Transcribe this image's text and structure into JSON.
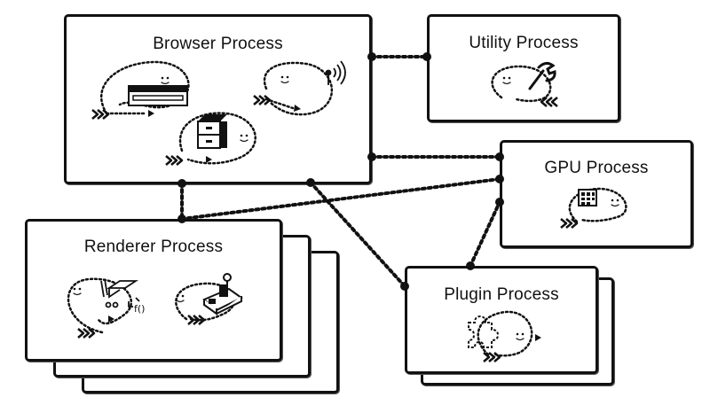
{
  "diagram": {
    "processes": [
      {
        "id": "browser",
        "label": "Browser Process"
      },
      {
        "id": "utility",
        "label": "Utility Process"
      },
      {
        "id": "gpu",
        "label": "GPU Process"
      },
      {
        "id": "renderer",
        "label": "Renderer Process"
      },
      {
        "id": "plugin",
        "label": "Plugin Process"
      }
    ],
    "connections": [
      {
        "from": "browser",
        "to": "utility",
        "style": "dotted"
      },
      {
        "from": "browser",
        "to": "gpu",
        "style": "dotted"
      },
      {
        "from": "browser",
        "to": "renderer",
        "style": "dotted"
      },
      {
        "from": "browser",
        "to": "plugin",
        "style": "dotted"
      },
      {
        "from": "renderer",
        "to": "gpu",
        "style": "dotted"
      },
      {
        "from": "plugin",
        "to": "gpu",
        "style": "dotted"
      }
    ],
    "colors": {
      "stroke": "#111111",
      "background": "#ffffff"
    }
  }
}
